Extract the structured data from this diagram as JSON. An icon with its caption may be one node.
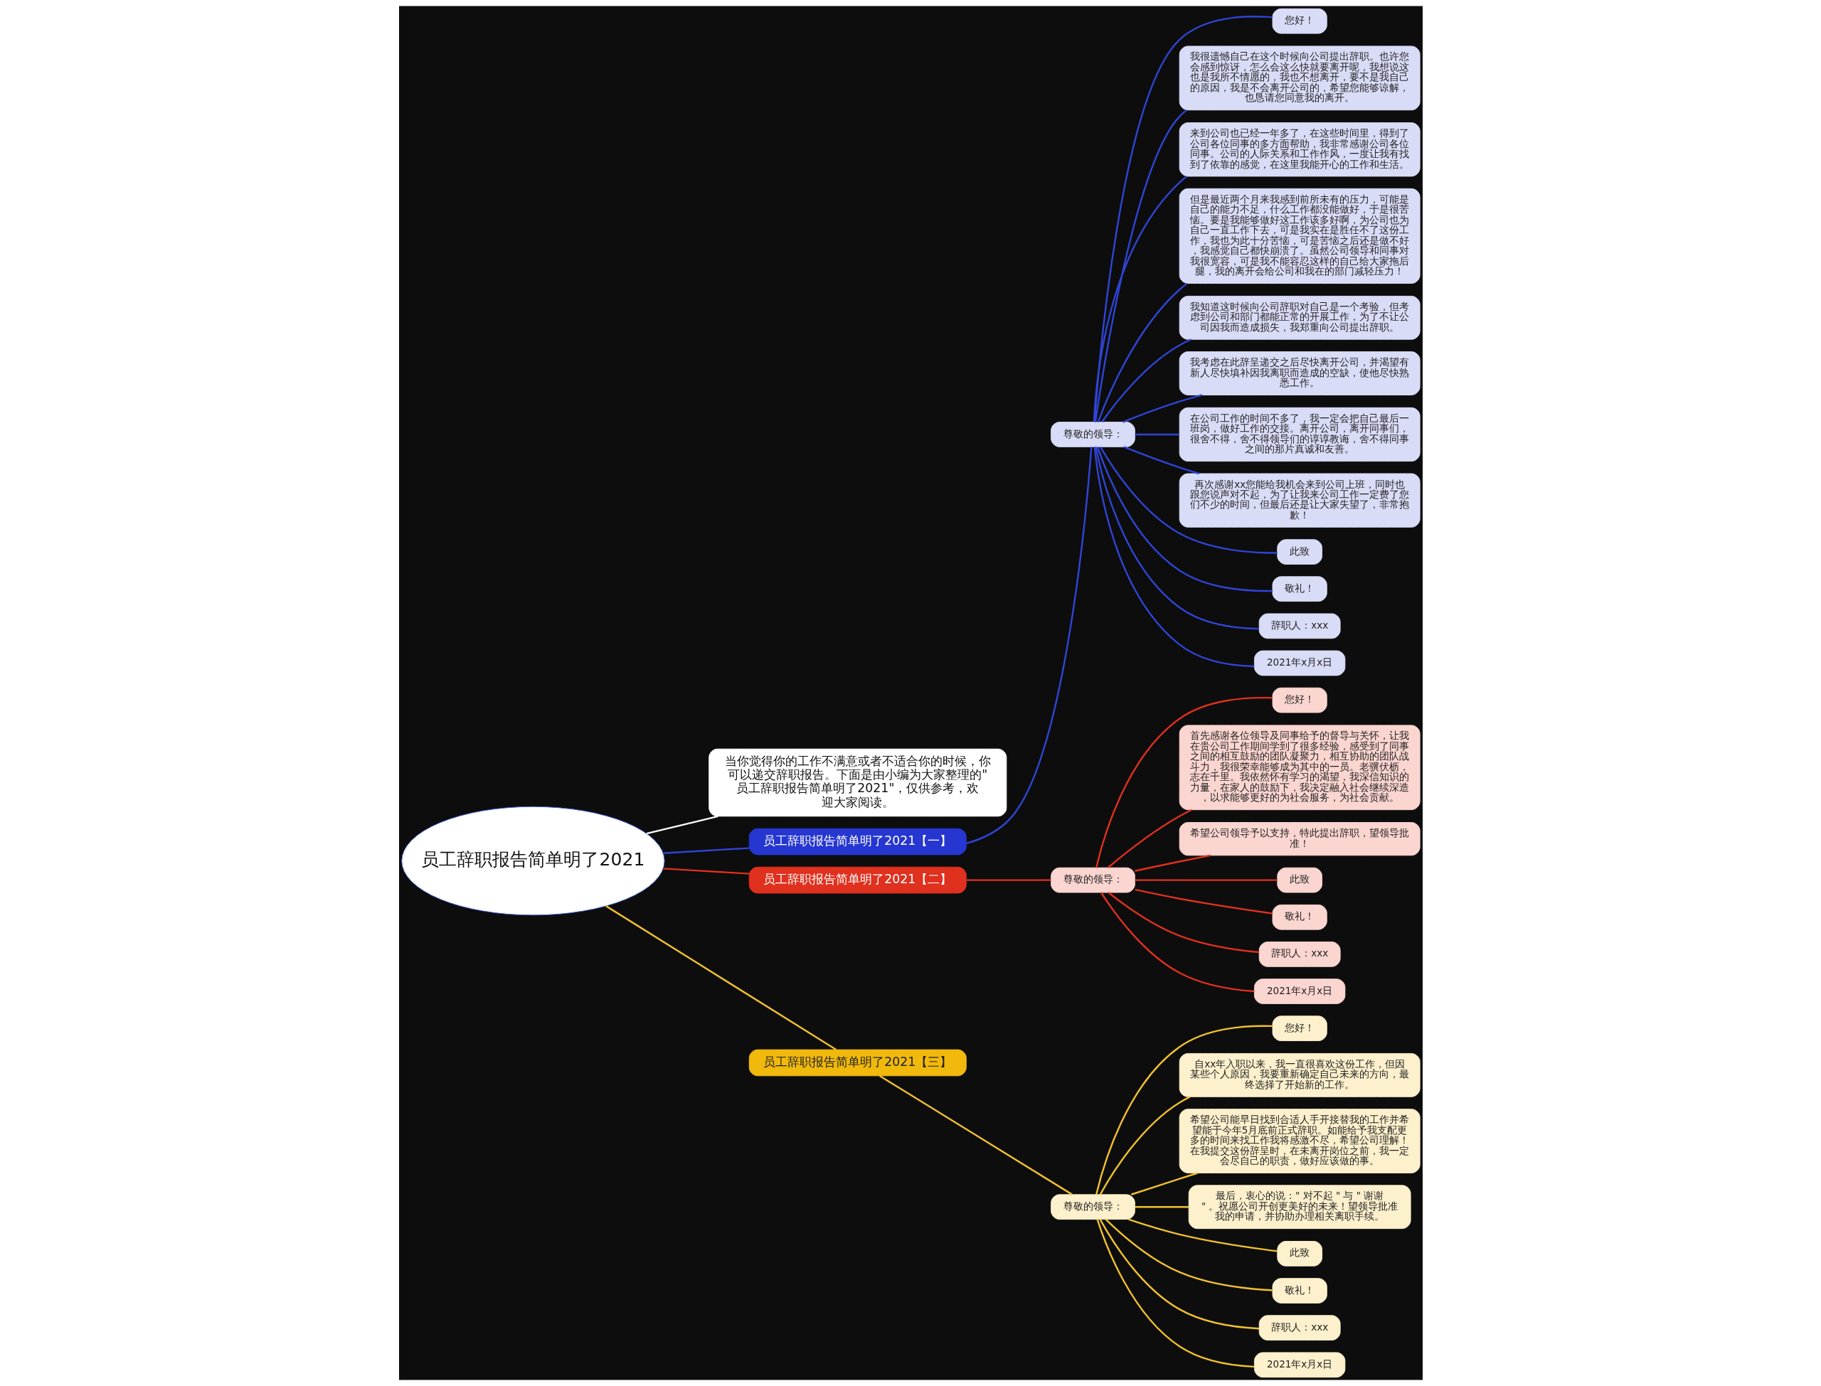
{
  "diagram": {
    "nodes": [
      {
        "text": [
          "员工辞职报告简单明了2021"
        ]
      },
      {
        "text": [
          "当你觉得你的工作不满意或者不适合你的时候，你可以递交辞职报告。下面是由小编为大家整理的\"员工辞职报告简单明了2021\"，仅供参考，欢迎大家阅读。"
        ]
      },
      {
        "text": [
          "员工辞职报告简单明了2021【一】"
        ]
      },
      {
        "text": [
          "尊敬的领导："
        ]
      },
      {
        "text": [
          "您好！"
        ]
      },
      {
        "text": [
          "我很遗憾自己在这个时候向公司提出辞职。也许您会感到惊讶，怎么会这么快就要离开呢，我想说这也是我所不情愿的，我也不想离开，要不是我自己的原因，我是不会离开公司的，希望您能够谅解，也恳请您同意我的离开。"
        ]
      },
      {
        "text": [
          "来到公司也已经一年多了，在这些时间里，得到了公司各位同事的多方面帮助，我非常感谢公司各位同事。公司的人际关系和工作作风，一度让我有找到了依靠的感觉，在这里我能开心的工作和生活。"
        ]
      },
      {
        "text": [
          "但是最近两个月来我感到前所未有的压力，可能是自己的能力不足，什么工作都没能做好，于是很苦恼。要是我能够做好这工作该多好啊，为公司也为自己一直工作下去，可是我实在是胜任不了这份工作，我也为此十分苦恼，可是苦恼之后还是做不好，我感觉自己都快崩溃了。虽然公司领导和同事对我很宽容，可是我不能容忍这样的自己给大家拖后腿，我的离开会给公司和我在的部门减轻压力！"
        ]
      },
      {
        "text": [
          "我知道这时候向公司辞职对自己是一个考验，但考虑到公司和部门都能正常的开展工作，为了不让公司因我而造成损失，我郑重向公司提出辞职。"
        ]
      },
      {
        "text": [
          "我考虑在此辞呈递交之后尽快离开公司，并渴望有新人尽快填补因我离职而造成的空缺，使他尽快熟悉工作。"
        ]
      },
      {
        "text": [
          "在公司工作的时间不多了，我一定会把自己最后一班岗，做好工作的交接。离开公司，离开同事们，很舍不得，舍不得领导们的谆谆教诲，舍不得同事之间的那片真诚和友善。"
        ]
      },
      {
        "text": [
          "再次感谢xx您能给我机会来到公司上班，同时也跟您说声对不起，为了让我来公司工作一定费了您们不少的时间，但最后还是让大家失望了，非常抱歉！"
        ]
      },
      {
        "text": [
          "此致"
        ]
      },
      {
        "text": [
          "敬礼！"
        ]
      },
      {
        "text": [
          "辞职人：xxx"
        ]
      },
      {
        "text": [
          "2021年x月x日"
        ]
      },
      {
        "text": [
          "员工辞职报告简单明了2021【二】"
        ]
      },
      {
        "text": [
          "尊敬的领导："
        ]
      },
      {
        "text": [
          "您好！"
        ]
      },
      {
        "text": [
          "首先感谢各位领导及同事给予的督导与关怀，让我在贵公司工作期间学到了很多经验，感受到了同事之间的相互鼓励的团队凝聚力，相互协助的团队战斗力，我很荣幸能够成为其中的一员。老骥伏枥，志在千里。我依然怀有学习的渴望，我深信知识的力量，在家人的鼓励下，我决定融入社会继续深造，以求能够更好的为社会服务，为社会贡献。"
        ]
      },
      {
        "text": [
          "希望公司领导予以支持，特此提出辞职，望领导批准！"
        ]
      },
      {
        "text": [
          "此致"
        ]
      },
      {
        "text": [
          "敬礼！"
        ]
      },
      {
        "text": [
          "辞职人：xxx"
        ]
      },
      {
        "text": [
          "2021年x月x日"
        ]
      },
      {
        "text": [
          "员工辞职报告简单明了2021【三】"
        ]
      },
      {
        "text": [
          "尊敬的领导："
        ]
      },
      {
        "text": [
          "您好！"
        ]
      },
      {
        "text": [
          "自xx年入职以来，我一直很喜欢这份工作，但因某些个人原因，我要重新确定自己未来的方向，最终选择了开始新的工作。"
        ]
      },
      {
        "text": [
          "希望公司能早日找到合适人手开接替我的工作并希望能于今年5月底前正式辞职。如能给予我支配更多的时间来找工作我将感激不尽，希望公司理解！在我提交这份辞呈时，在未离开岗位之前，我一定会尽自己的职责，做好应该做的事。"
        ]
      },
      {
        "text": [
          "最后，衷心的说：\" 对不起 \" 与 \" 谢谢 \" 。祝愿公司开创更美好的未来！望领导批准我的申请，并协助办理相关离职手续。"
        ]
      },
      {
        "text": [
          "此致"
        ]
      },
      {
        "text": [
          "敬礼！"
        ]
      },
      {
        "text": [
          "辞职人：xxx"
        ]
      },
      {
        "text": [
          "2021年x月x日"
        ]
      }
    ],
    "edges": [
      {
        "from": 0,
        "to": 1,
        "arrow": "none",
        "color": "#ffffff"
      },
      {
        "from": 0,
        "to": 2,
        "arrow": "none"
      },
      {
        "from": 2,
        "to": 3,
        "arrow": "none"
      },
      {
        "from": 3,
        "to": 4,
        "arrow": "none"
      },
      {
        "from": 3,
        "to": 5,
        "arrow": "none"
      },
      {
        "from": 3,
        "to": 6,
        "arrow": "none"
      },
      {
        "from": 3,
        "to": 7,
        "arrow": "none"
      },
      {
        "from": 3,
        "to": 8,
        "arrow": "none"
      },
      {
        "from": 3,
        "to": 9,
        "arrow": "none"
      },
      {
        "from": 3,
        "to": 10,
        "arrow": "none"
      },
      {
        "from": 3,
        "to": 11,
        "arrow": "none"
      },
      {
        "from": 3,
        "to": 12,
        "arrow": "none"
      },
      {
        "from": 3,
        "to": 13,
        "arrow": "none"
      },
      {
        "from": 3,
        "to": 14,
        "arrow": "none"
      },
      {
        "from": 3,
        "to": 15,
        "arrow": "none"
      },
      {
        "from": 0,
        "to": 16,
        "arrow": "none",
        "color": "#e0301e"
      },
      {
        "from": 16,
        "to": 17,
        "arrow": "none",
        "color": "#e0301e"
      },
      {
        "from": 17,
        "to": 18,
        "arrow": "none",
        "color": "#e0301e"
      },
      {
        "from": 17,
        "to": 19,
        "arrow": "none",
        "color": "#e0301e"
      },
      {
        "from": 17,
        "to": 20,
        "arrow": "none",
        "color": "#e0301e"
      },
      {
        "from": 17,
        "to": 21,
        "arrow": "none",
        "color": "#e0301e"
      },
      {
        "from": 17,
        "to": 22,
        "arrow": "none",
        "color": "#e0301e"
      },
      {
        "from": 17,
        "to": 23,
        "arrow": "none",
        "color": "#e0301e"
      },
      {
        "from": 17,
        "to": 24,
        "arrow": "none",
        "color": "#e0301e"
      },
      {
        "from": 0,
        "to": 25,
        "arrow": "none",
        "color": "#f2c12e"
      },
      {
        "from": 25,
        "to": 26,
        "arrow": "none",
        "color": "#f2c12e"
      },
      {
        "from": 26,
        "to": 27,
        "arrow": "none",
        "color": "#f2c12e"
      },
      {
        "from": 26,
        "to": 28,
        "arrow": "none",
        "color": "#f2c12e"
      },
      {
        "from": 26,
        "to": 29,
        "arrow": "none",
        "color": "#f2c12e"
      },
      {
        "from": 26,
        "to": 30,
        "arrow": "none",
        "color": "#f2c12e"
      },
      {
        "from": 26,
        "to": 31,
        "arrow": "none",
        "color": "#f2c12e"
      },
      {
        "from": 26,
        "to": 32,
        "arrow": "none",
        "color": "#f2c12e"
      },
      {
        "from": 26,
        "to": 33,
        "arrow": "none",
        "color": "#f2c12e"
      },
      {
        "from": 26,
        "to": 34,
        "arrow": "none",
        "color": "#f2c12e"
      }
    ]
  }
}
